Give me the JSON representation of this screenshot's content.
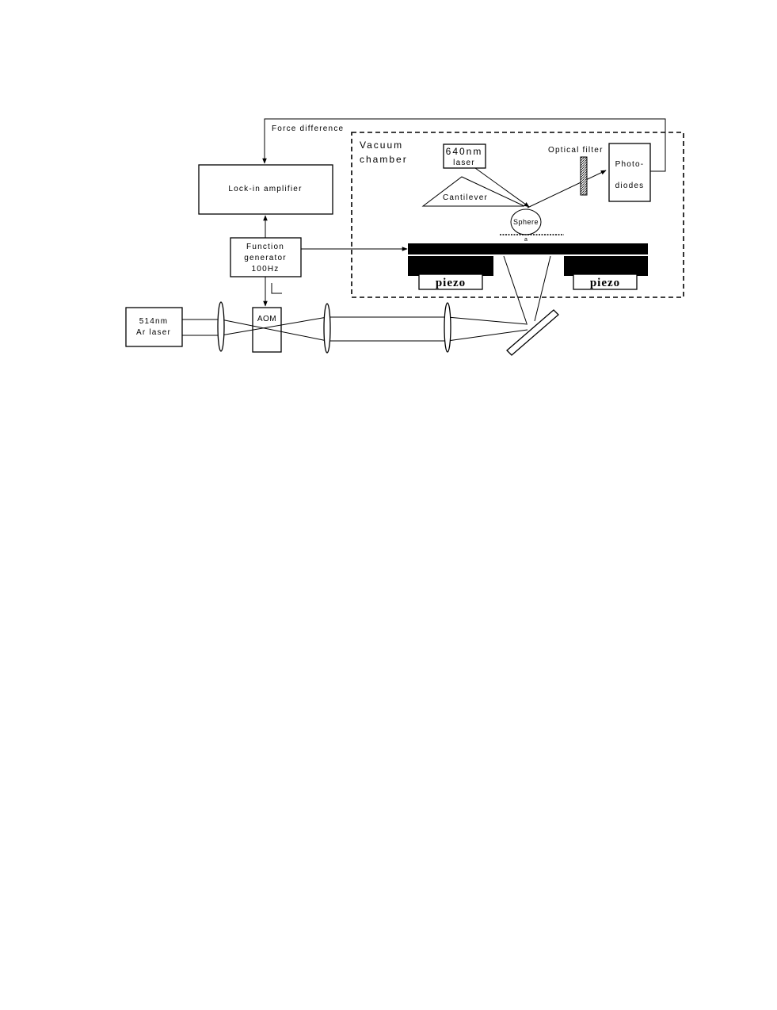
{
  "labels": {
    "force_difference": "Force difference",
    "vacuum_line1": "Vacuum",
    "vacuum_line2": "chamber",
    "laser640_line1": "640nm",
    "laser640_line2": "laser",
    "optical_filter": "Optical filter",
    "photodiodes_line1": "Photo-",
    "photodiodes_line2": "diodes",
    "lockin": "Lock-in amplifier",
    "cantilever": "Cantilever",
    "sphere": "Sphere",
    "gap": "a",
    "function_line1": "Function",
    "function_line2": "generator",
    "function_line3": "100Hz",
    "piezo_left": "piezo",
    "piezo_right": "piezo",
    "laser514_line1": "514nm",
    "laser514_line2": "Ar laser",
    "aom": "AOM"
  }
}
